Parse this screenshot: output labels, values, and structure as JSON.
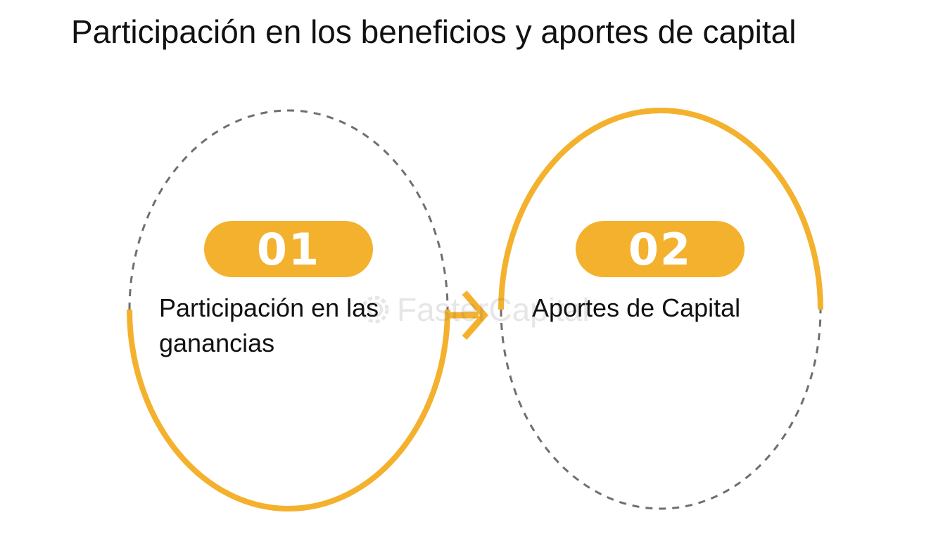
{
  "title": "Participación en los beneficios y aportes de capital",
  "colors": {
    "accent": "#F4B12E",
    "dashed": "#6F6F6F",
    "text": "#111111"
  },
  "steps": [
    {
      "number": "01",
      "label": "Participación en las ganancias"
    },
    {
      "number": "02",
      "label": "Aportes de Capital"
    }
  ],
  "watermark": {
    "text": "FasterCapital",
    "icon": "gear-icon"
  }
}
